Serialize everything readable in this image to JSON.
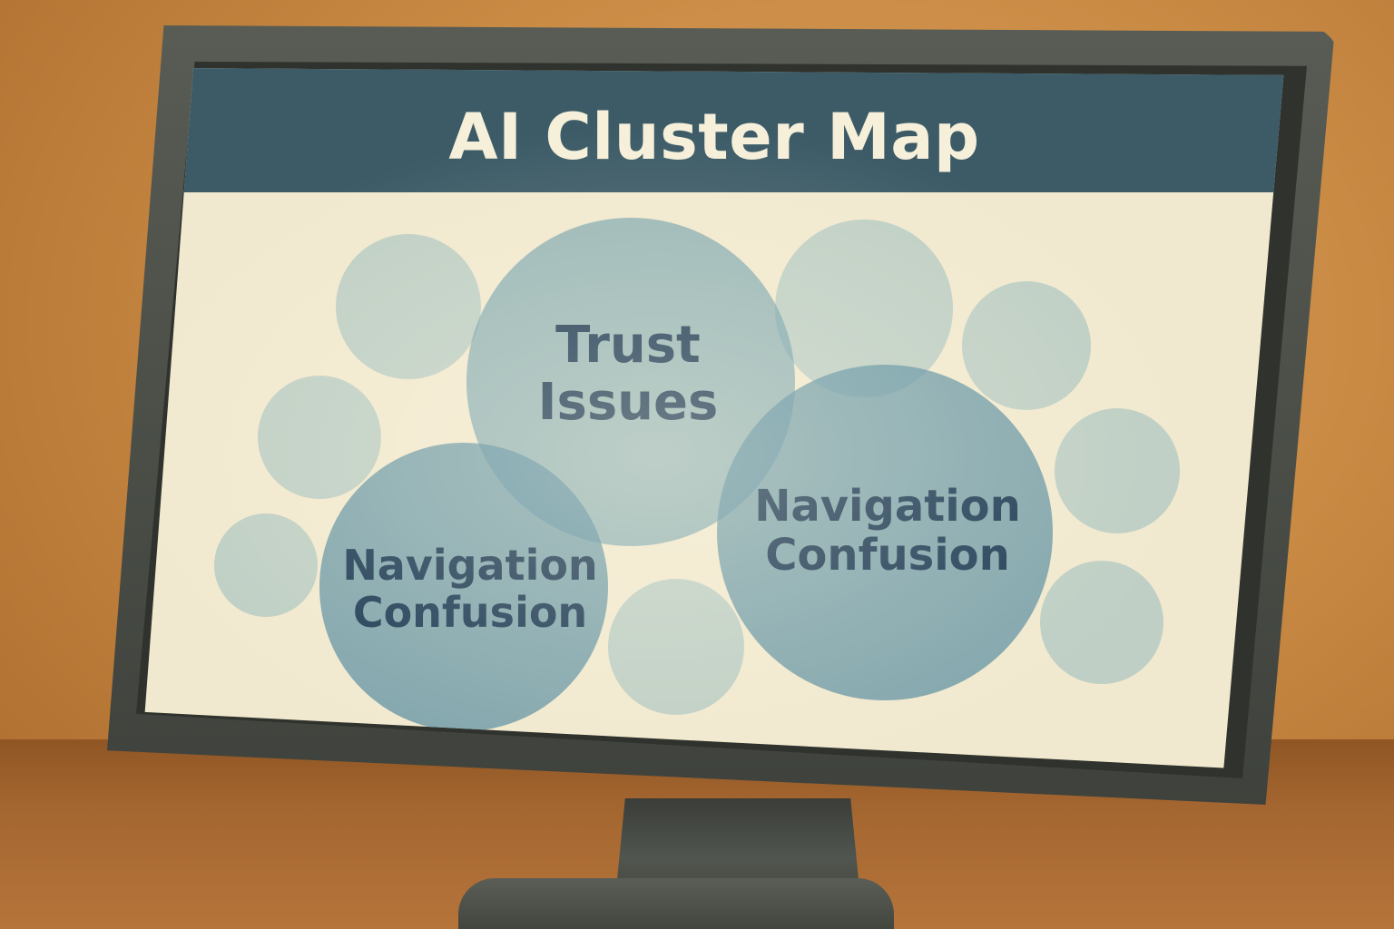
{
  "window": {
    "title": "AI Cluster Map"
  },
  "clusters": [
    {
      "line1": "Trust",
      "line2": "Issues"
    },
    {
      "line1": "Navigation",
      "line2": "Confusion"
    },
    {
      "line1": "Navigation",
      "line2": "Confusion"
    }
  ],
  "colors": {
    "header": "#3c5b67",
    "screen_background": "#f1e9cf",
    "bubble": "#6ea0ac",
    "label_text": "#1f3c56",
    "title_text": "#f6efd9"
  }
}
